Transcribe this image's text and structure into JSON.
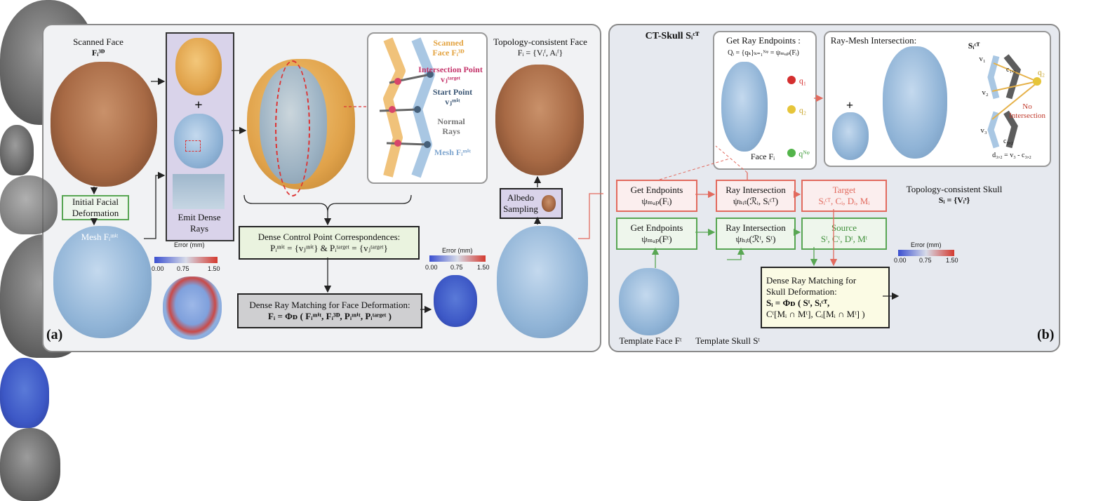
{
  "panel_a": {
    "tag": "(a)",
    "scanned_face": {
      "title": "Scanned Face",
      "symbol": "Fᵢ³ᴰ"
    },
    "initial_deformation": "Initial Facial Deformation",
    "mesh_init_label": "Mesh Fᵢᶦⁿⁱᵗ",
    "emit_rays": "Emit Dense Rays",
    "plus": "+",
    "inset": {
      "scanned_face": "Scanned Face Fᵢ³ᴰ",
      "intersection_point": "Intersection Point vⱼᵗᵃʳᵍᵉᵗ",
      "start_point": "Start Point vⱼᶦⁿⁱᵗ",
      "normal_rays": "Normal Rays",
      "mesh": "Mesh Fᵢᶦⁿⁱᵗ"
    },
    "topology_face": {
      "title": "Topology-consistent Face",
      "symbol": "Fᵢ = {Vᵢᶠ, Aᵢᶠ}"
    },
    "albedo": "Albedo Sampling",
    "correspondence": {
      "line1": "Dense Control Point Correspondences:",
      "line2": "Pᵢᶦⁿⁱᵗ = {vⱼᶦⁿⁱᵗ} & Pᵢᵗᵃʳᵍᵉᵗ = {vⱼᵗᵃʳᵍᵉᵗ}"
    },
    "dense_face": {
      "line1": "Dense Ray Matching for Face Deformation:",
      "line2": "Fᵢ = Φᴅ ( Fᵢᶦⁿⁱᵗ, Fᵢ³ᴰ, Pᵢᶦⁿⁱᵗ, Pᵢᵗᵃʳᵍᵉᵗ )"
    },
    "error_bar_1": {
      "title": "Error (mm)",
      "ticks": [
        "0.00",
        "0.75",
        "1.50"
      ]
    },
    "error_bar_2": {
      "title": "Error (mm)",
      "ticks": [
        "0.00",
        "0.75",
        "1.50"
      ]
    }
  },
  "panel_b": {
    "tag": "(b)",
    "ct_skull": "CT-Skull Sᵢᶜᵀ",
    "get_ray_endpoints": {
      "title": "Get Ray Endpoints :",
      "formula": "Qᵢ = {qₖ}ₖ₌₁ᴺᵠ = ψₘₐₚ(Fᵢ)",
      "face": "Face Fᵢ",
      "q1": "q₁",
      "q2": "q₂",
      "qn": "qᴺᵠ"
    },
    "ray_mesh": {
      "title": "Ray-Mesh Intersection:",
      "s_ct": "Sᵢᶜᵀ",
      "v1": "v₁",
      "v2": "v₂",
      "v3": "v₃",
      "c12": "c₁,₂",
      "c32": "c₃,₂",
      "q2": "q₂",
      "no_intersection": "No Intersection",
      "d32": "d₃,₂ = v₃ - c₃,₂",
      "plus": "+"
    },
    "endpoints_target": {
      "line1": "Get Endpoints",
      "line2": "ψₘₐₚ(Fᵢ)"
    },
    "ray_target": {
      "line1": "Ray Intersection",
      "line2": "ψₕᵢₜ(ℛᵢ, Sᵢᶜᵀ)"
    },
    "target": {
      "line1": "Target",
      "line2": "Sᵢᶜᵀ, Cᵢ, Dᵢ, Mᵢ"
    },
    "endpoints_source": {
      "line1": "Get Endpoints",
      "line2": "ψₘₐₚ(Fᵗ)"
    },
    "ray_source": {
      "line1": "Ray Intersection",
      "line2": "ψₕᵢₜ(ℛᵗ, Sᵗ)"
    },
    "source": {
      "line1": "Source",
      "line2": "Sᵗ, Cᵗ, Dᵗ, Mᵗ"
    },
    "topology_skull": {
      "title": "Topology-consistent Skull",
      "symbol": "Sᵢ = {Vᵢˢ}"
    },
    "dense_skull": {
      "line1": "Dense Ray Matching for",
      "line2": "Skull Deformation:",
      "line3": "Sᵢ = Φᴅ ( Sᵗ, Sᵢᶜᵀ,",
      "line4": "Cᵗ[Mᵢ ∩ Mᵗ], Cᵢ[Mᵢ ∩ Mᵗ] )"
    },
    "template_face": "Template Face Fᵗ",
    "template_skull": "Template Skull Sᵗ",
    "error_bar": {
      "title": "Error (mm)",
      "ticks": [
        "0.00",
        "0.75",
        "1.50"
      ]
    }
  }
}
